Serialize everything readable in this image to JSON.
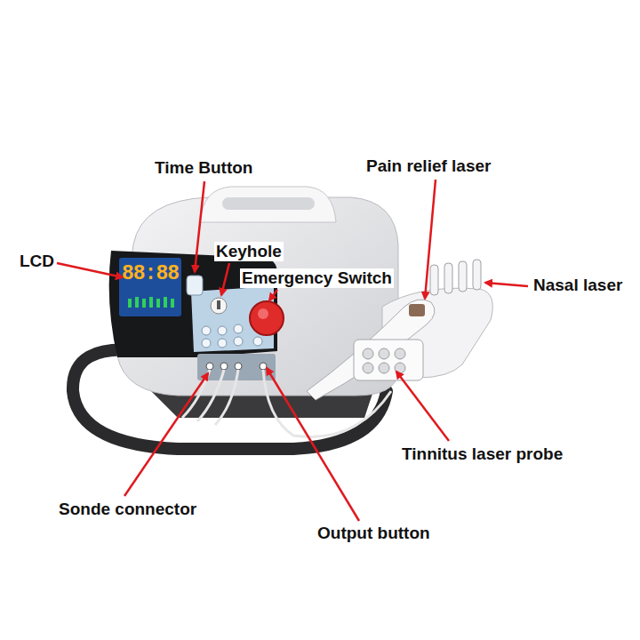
{
  "diagram": {
    "labels": [
      "Time Button",
      "Pain relief laser",
      "LCD",
      "Keyhole",
      "Emergency Switch",
      "Nasal laser",
      "Tinnitus laser probe",
      "Sonde connector",
      "Output button",
      "88:88"
    ]
  }
}
